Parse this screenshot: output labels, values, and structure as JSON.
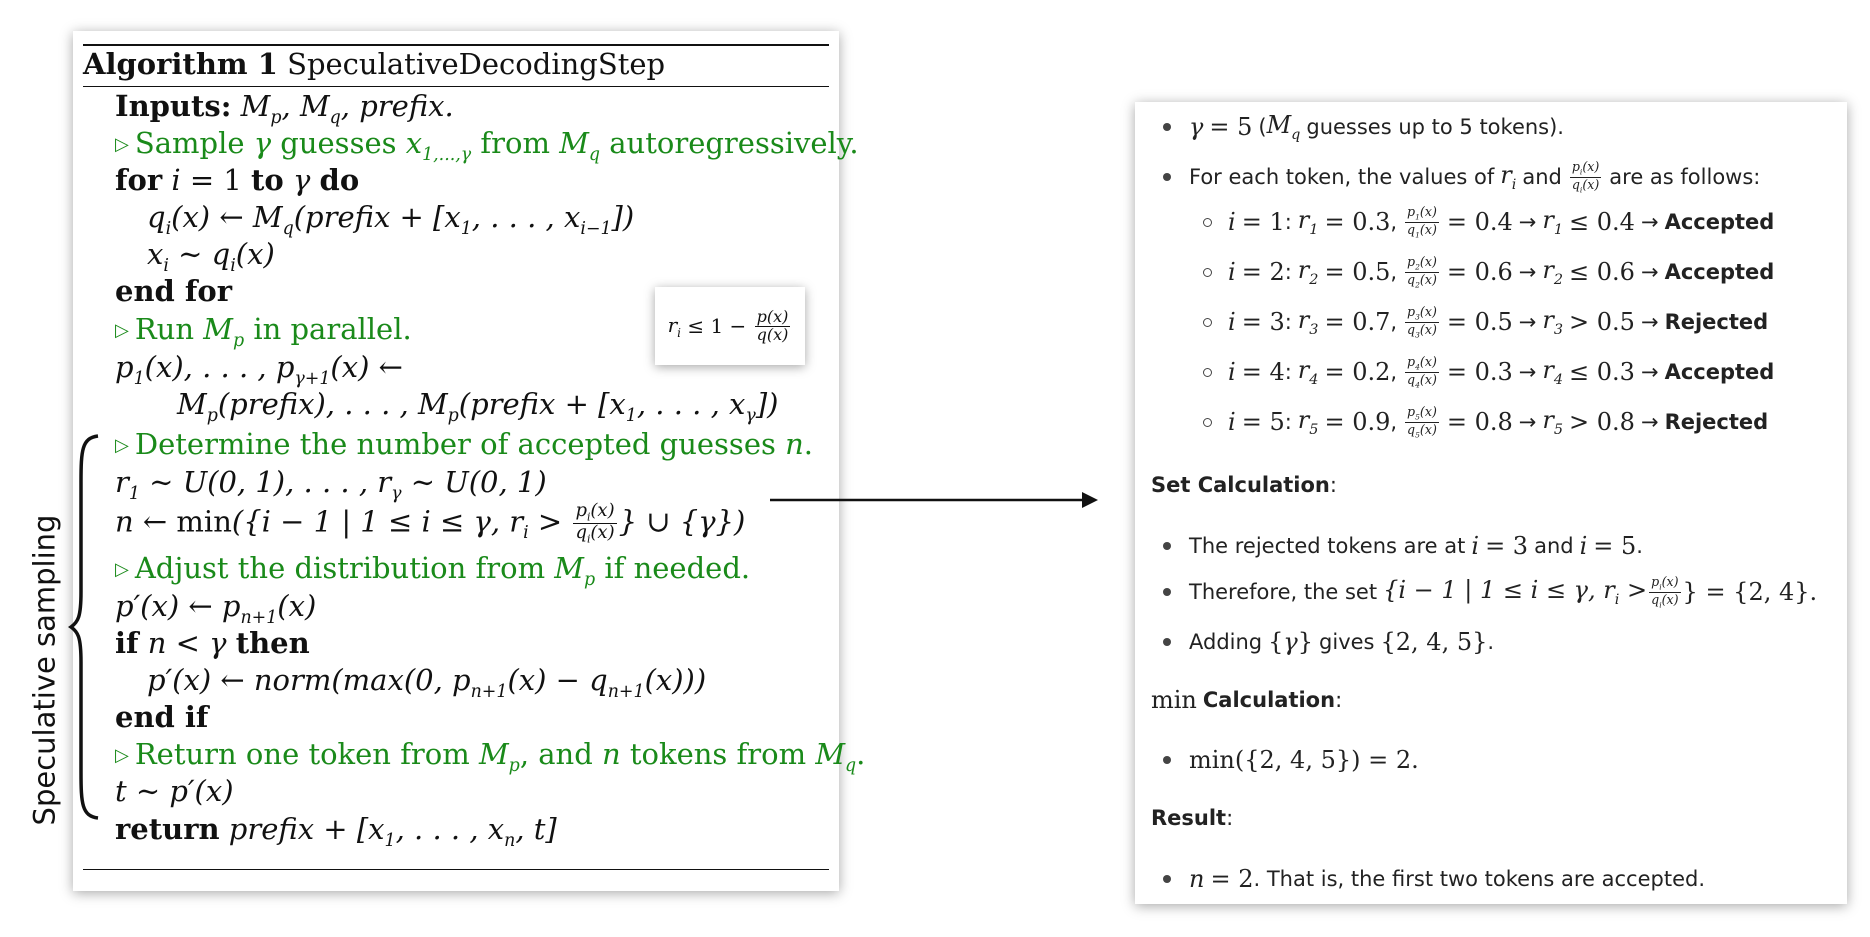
{
  "algorithm": {
    "label": "Algorithm 1",
    "name": "SpeculativeDecodingStep",
    "inputs_label": "Inputs:",
    "comment_sample": "Sample γ guesses x1,...,γ from Mq autoregressively.",
    "kw_for": "for",
    "kw_to": "to",
    "kw_do": "do",
    "kw_end_for": "end for",
    "comment_parallel": "Run Mp in parallel.",
    "comment_accept": "Determine the number of accepted guesses n.",
    "comment_adjust": "Adjust the distribution from Mp if needed.",
    "kw_if": "if",
    "kw_then": "then",
    "kw_end_if": "end if",
    "comment_return": "Return one token from Mp, and n tokens from Mq.",
    "kw_return": "return"
  },
  "inset_formula": "r_i ≤ 1 − p(x)/q(x)",
  "side_label": "Speculative sampling",
  "explanation": {
    "gamma_line": "γ = 5 (Mq guesses up to 5 tokens).",
    "for_each_line": "For each token, the values of ri and pi(x)/qi(x) are as follows:",
    "tokens": [
      {
        "i": 1,
        "r": "0.3",
        "ratio": "0.4",
        "relation": "≤",
        "verdict": "Accepted"
      },
      {
        "i": 2,
        "r": "0.5",
        "ratio": "0.6",
        "relation": "≤",
        "verdict": "Accepted"
      },
      {
        "i": 3,
        "r": "0.7",
        "ratio": "0.5",
        "relation": ">",
        "verdict": "Rejected"
      },
      {
        "i": 4,
        "r": "0.2",
        "ratio": "0.3",
        "relation": "≤",
        "verdict": "Accepted"
      },
      {
        "i": 5,
        "r": "0.9",
        "ratio": "0.8",
        "relation": ">",
        "verdict": "Rejected"
      }
    ],
    "set_heading": "Set Calculation",
    "rejected_text_a": "The rejected tokens are at",
    "rejected_text_and": "and",
    "therefore_text": "Therefore, the set",
    "adding_text": "Adding",
    "gives_text": "gives",
    "min_word": "min",
    "min_heading": "Calculation",
    "min_result": "min({2, 4, 5}) = 2.",
    "result_heading": "Result",
    "result_text": ". That is, the first two tokens are accepted."
  }
}
